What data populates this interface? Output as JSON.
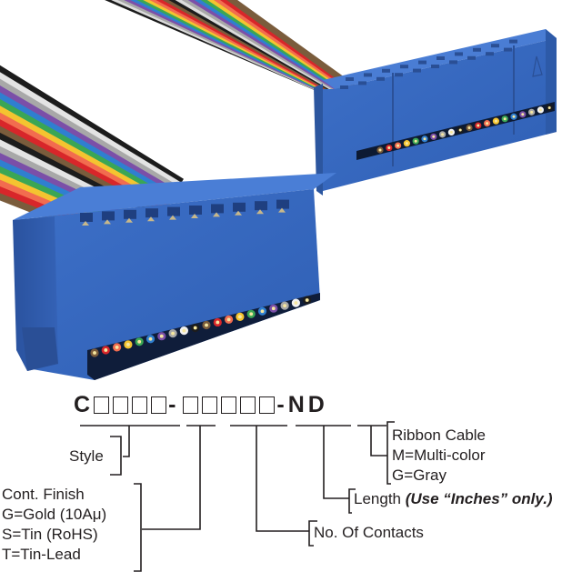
{
  "title": "Ribbon cable assembly with IDC card-edge connectors — part number guide",
  "part_number": {
    "prefix": "C",
    "group1_boxes": 4,
    "separator1": "-",
    "group2_boxes": 5,
    "separator2": "-",
    "suffix": "ND"
  },
  "legend": {
    "style": "Style",
    "cont_finish": {
      "heading": "Cont. Finish",
      "options": [
        "G=Gold (10Aμ)",
        "S=Tin (RoHS)",
        "T=Tin-Lead"
      ]
    },
    "no_of_contacts": "No. Of Contacts",
    "length": {
      "label": "Length",
      "note": "(Use “Inches” only.)"
    },
    "ribbon_cable": {
      "heading": "Ribbon Cable",
      "options": [
        "M=Multi-color",
        "G=Gray"
      ]
    }
  },
  "colors": {
    "connector_blue": "#3a6cc4",
    "connector_dark": "#2a509a",
    "text": "#231f20",
    "wires": [
      "#7a5c3c",
      "#d8262a",
      "#f26c4f",
      "#f4c430",
      "#3aa655",
      "#2f7fd0",
      "#7b4fa8",
      "#a8a8a8",
      "#f2f2f2",
      "#1c1c1c"
    ]
  }
}
